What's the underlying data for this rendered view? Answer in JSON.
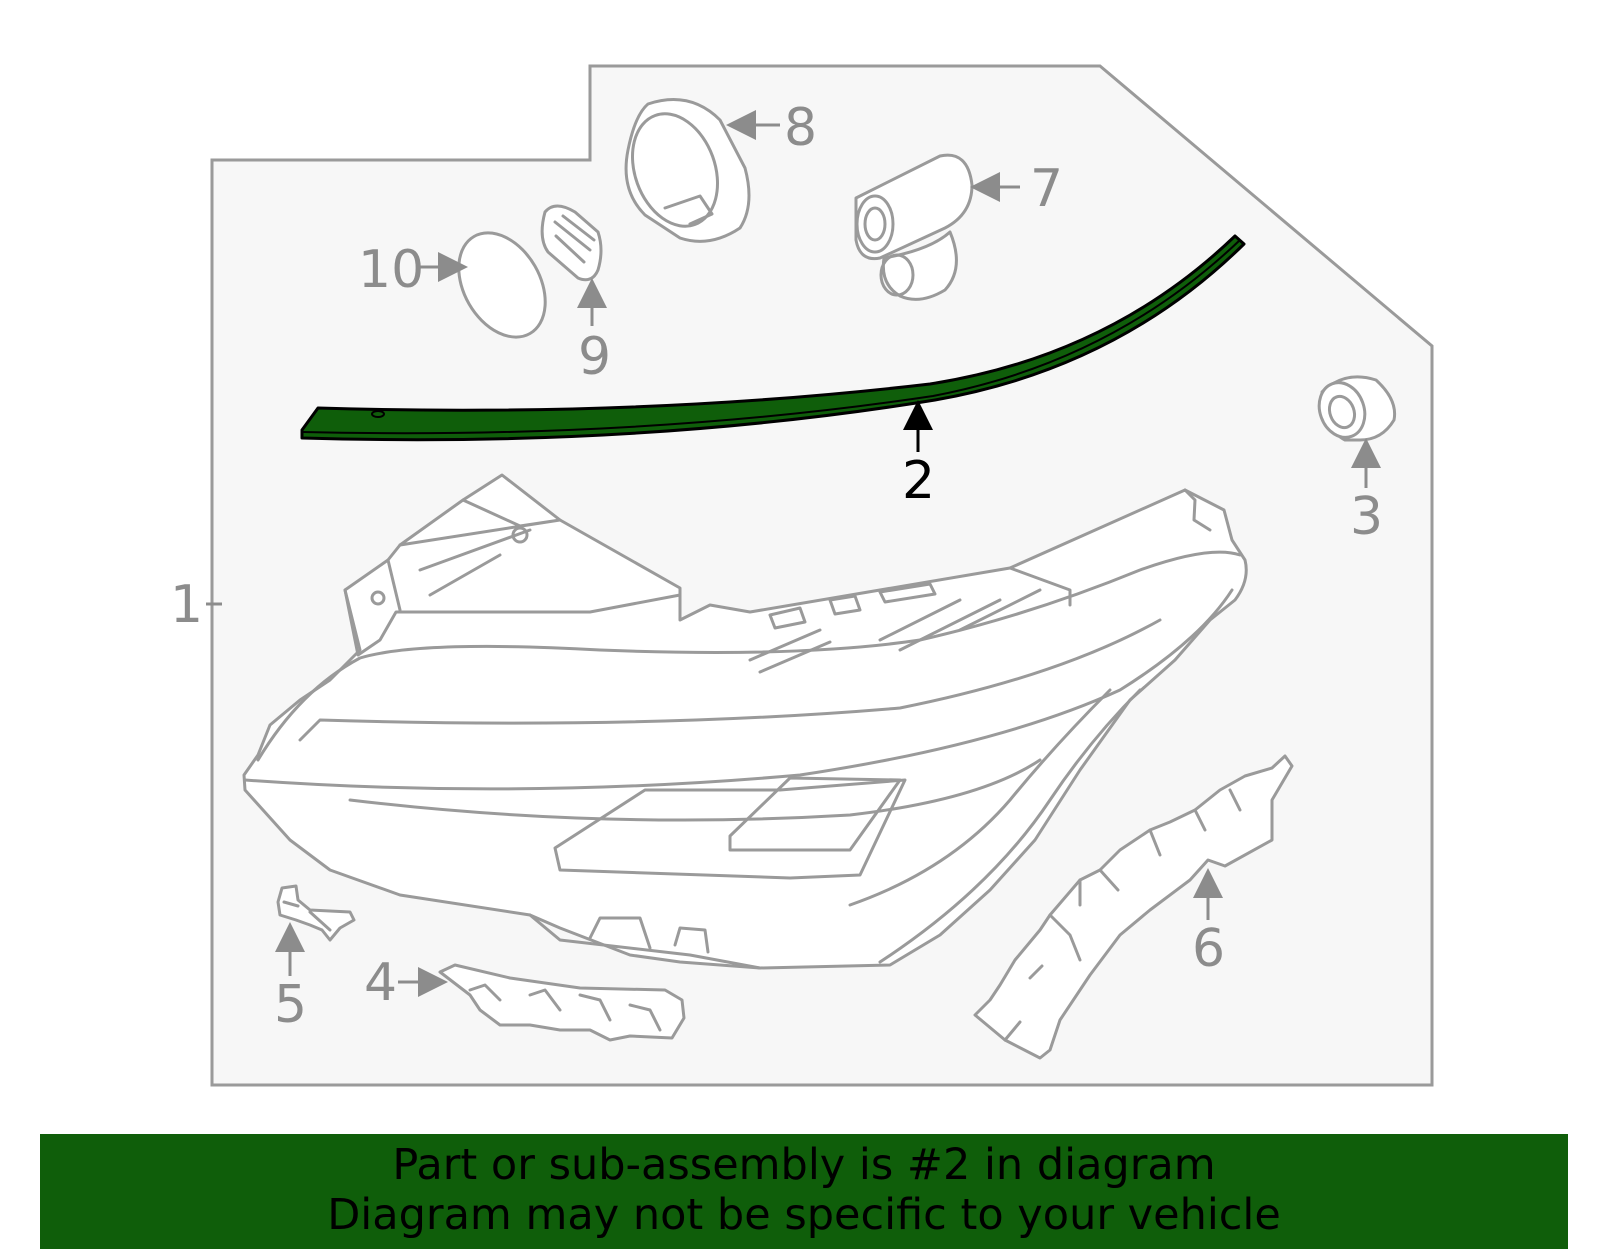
{
  "diagram": {
    "highlighted_part": "2",
    "highlight_color": "#0f5e0a",
    "callouts": {
      "c1": "1",
      "c2": "2",
      "c3": "3",
      "c4": "4",
      "c5": "5",
      "c6": "6",
      "c7": "7",
      "c8": "8",
      "c9": "9",
      "c10": "10"
    }
  },
  "banner": {
    "line1": "Part or sub-assembly is #2 in diagram",
    "line2": "Diagram may not be specific to your vehicle",
    "background": "#0f5e0a"
  }
}
